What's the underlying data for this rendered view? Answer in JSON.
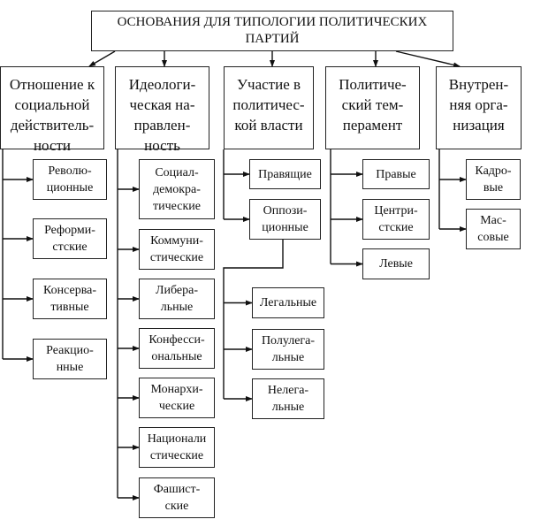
{
  "root": {
    "title": "ОСНОВАНИЯ ДЛЯ ТИПОЛОГИИ ПОЛИТИЧЕСКИХ\nПАРТИЙ"
  },
  "columns": [
    {
      "label": "Отношение к\nсоциальной\nдействитель-\nности",
      "items": [
        "Револю-\nционные",
        "Реформи-\nстские",
        "Консерва-\nтивные",
        "Реакцио-\nнные"
      ]
    },
    {
      "label": "Идеологи-\nческая на-\nправлен-\nность",
      "items": [
        "Социал-\nдемокра-\nтические",
        "Комму­ни-\nстические",
        "Либера-\nльные",
        "Конфесси-\nональные",
        "Монархи-\nческие",
        "Национали\nстические",
        "Фашист-\nские"
      ]
    },
    {
      "label": "Участие в\nполитичес-\nкой власти",
      "items": [
        "Правящие",
        "Оппози-\nционные"
      ],
      "subitems": [
        "Легальные",
        "Полулега-\nльные",
        "Нелега-\nльные"
      ]
    },
    {
      "label": "Политиче-\nский тем-\nперамент",
      "items": [
        "Правые",
        "Центри-\nстские",
        "Левые"
      ]
    },
    {
      "label": "Внутрен-\nняя орга-\nнизация",
      "items": [
        "Кадро-\nвые",
        "Мас-\nсовые"
      ]
    }
  ]
}
